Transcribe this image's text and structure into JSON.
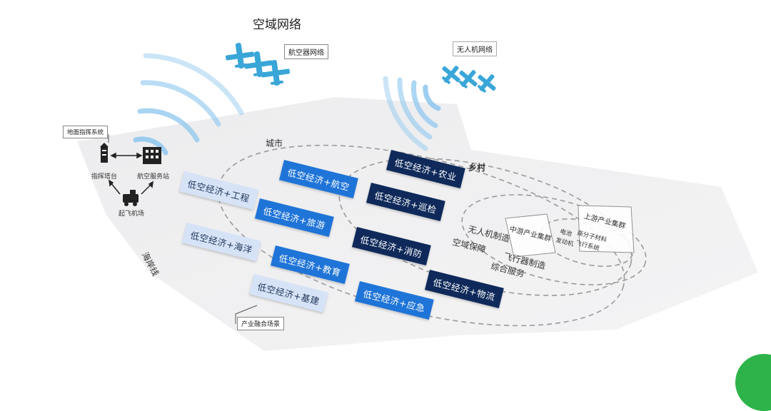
{
  "airspace": {
    "title": "空域网络",
    "aircraft_network": "航空器网络",
    "drone_network": "无人机网络"
  },
  "ground": {
    "command_system": "地面指挥系统",
    "control_tower": "指挥塔台",
    "service_station": "航空服务站",
    "airport": "起飞机场"
  },
  "regions": {
    "city": "城市",
    "village": "乡村",
    "coastline": "海岸线"
  },
  "scenarios": {
    "engineering": "低空经济+工程",
    "ocean": "低空经济+海洋",
    "construction": "低空经济+基建",
    "aviation": "低空经济+航空",
    "tourism": "低空经济+旅游",
    "education": "低空经济+教育",
    "emergency": "低空经济+应急",
    "agriculture": "低空经济+农业",
    "patrol": "低空经济+巡检",
    "firefighting": "低空经济+消防",
    "logistics": "低空经济+物流",
    "fusion_label": "产业融合场景"
  },
  "industry": {
    "drone_manufacturing": "无人机制造",
    "airspace_security": "空域保障",
    "aircraft_manufacturing": "飞行器制造",
    "integrated_services": "综合服务",
    "midstream_cluster": "中游产业集群",
    "upstream_cluster": "上游产业集群",
    "battery": "电池",
    "engine": "发动机",
    "polymer": "高分子材料",
    "flight_system": "飞行系统"
  }
}
